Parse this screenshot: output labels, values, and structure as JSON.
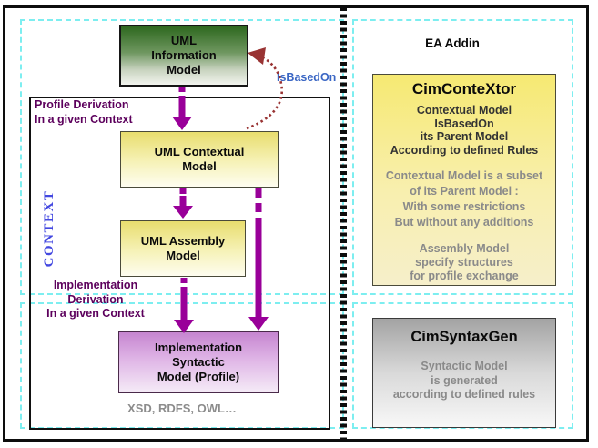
{
  "colors": {
    "arrow_purple": "#990099",
    "annotation_purple": "#5c005c",
    "isbasedon_blue": "#3a66c4",
    "context_blue": "#4348e0",
    "dotted_maroon": "#993333",
    "dashed_cyan": "#7deef0",
    "divider_black": "#0d0d0d",
    "green_box_top": "#2e681f",
    "yellow_box_top": "#e8dd6e",
    "purple_box_top": "#c685d0",
    "gray_box_top": "#a3a3a3"
  },
  "left": {
    "profile_derivation": "Profile Derivation\nIn a given Context",
    "context_label": "CONTEXT",
    "implementation_derivation": "Implementation\nDerivation\nIn a given Context",
    "is_based_on_label": "IsBasedOn",
    "formats_note": "XSD, RDFS, OWL…",
    "boxes": {
      "information": {
        "label": "UML\nInformation\nModel"
      },
      "contextual": {
        "label": "UML Contextual\nModel"
      },
      "assembly": {
        "label": "UML Assembly\nModel"
      },
      "implementation": {
        "label": "Implementation\nSyntactic\nModel (Profile)"
      }
    }
  },
  "right": {
    "title": "EA Addin",
    "cimcontextor": {
      "title": "CimConteXtor",
      "rule_text": "Contextual Model\nIsBasedOn\nits Parent Model\nAccording to defined Rules",
      "subset_text": "Contextual Model is a subset\nof its Parent Model :\nWith some restrictions\nBut without any additions",
      "assembly_text": "Assembly Model\nspecify structures\nfor profile exchange"
    },
    "cimsyntaxgen": {
      "title": "CimSyntaxGen",
      "body_text": "Syntactic Model\nis generated\naccording to defined rules"
    }
  }
}
